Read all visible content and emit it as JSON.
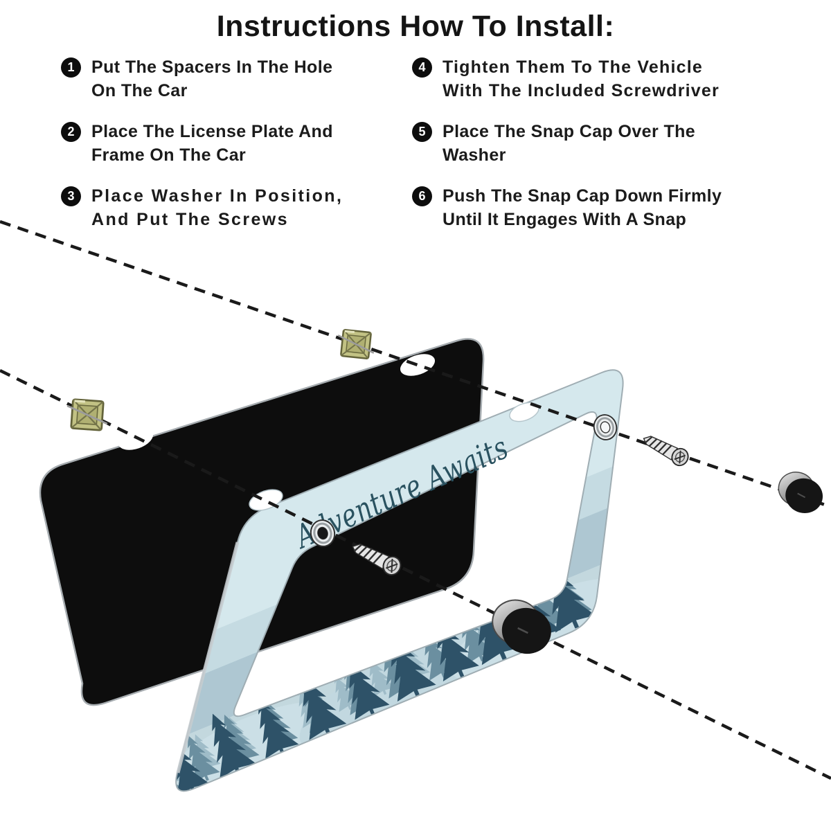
{
  "title": "Instructions How To Install:",
  "steps": [
    {
      "num": "1",
      "line1": "Put The Spacers In The Hole",
      "line2": "On The Car"
    },
    {
      "num": "2",
      "line1": "Place The License Plate And",
      "line2": "Frame On The Car"
    },
    {
      "num": "3",
      "line1": "Place Washer In Position,",
      "line2": "And Put The Screws"
    },
    {
      "num": "4",
      "line1": "Tighten Them To The Vehicle",
      "line2": "With The Included Screwdriver"
    },
    {
      "num": "5",
      "line1": "Place The Snap Cap Over The",
      "line2": "Washer"
    },
    {
      "num": "6",
      "line1": "Push The Snap Cap Down Firmly",
      "line2": "Until It Engages With A Snap"
    }
  ],
  "diagram": {
    "frame_text": "Adventure Awaits",
    "colors": {
      "plate_black": "#0d0d0d",
      "frame_blue": "#d5e8ed",
      "frame_text": "#2a5260",
      "forest_dark": "#2e5268",
      "forest_mid": "#6b8fa0",
      "forest_light": "#9fbcc8",
      "band_light": "#c5dbe2",
      "band_mid": "#aec7d2",
      "band_base": "#c3d8de",
      "spacer_olive": "#c2c284",
      "cap_black": "#151515",
      "metal_light": "#e6e6e6",
      "dash_black": "#1a1a1a"
    }
  }
}
